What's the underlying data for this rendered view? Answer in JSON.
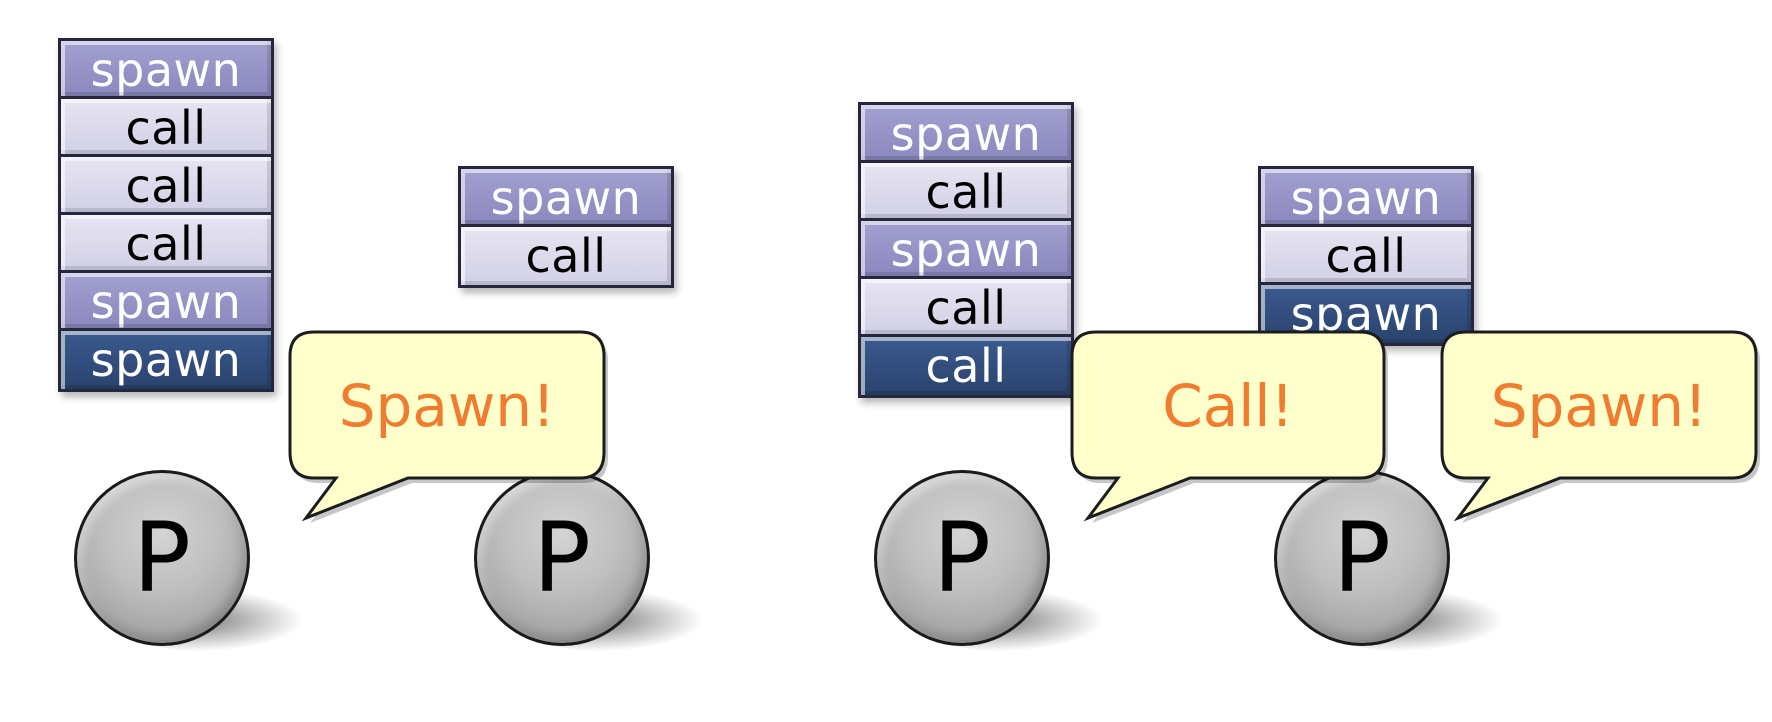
{
  "colors": {
    "spawn": "#8a88bd",
    "call": "#d2d0e6",
    "active": "#2a436e",
    "bubble_fill": "#ffffcc",
    "bubble_text": "#f07c2f",
    "process": "#bdbdbd"
  },
  "left_scene": {
    "p1": {
      "label": "P",
      "stack": [
        "spawn",
        "call",
        "call",
        "call",
        "spawn",
        "spawn"
      ]
    },
    "p2": {
      "label": "P",
      "stack": [
        "spawn",
        "call"
      ]
    },
    "bubble": "Spawn!"
  },
  "right_scene": {
    "p1": {
      "label": "P",
      "stack": [
        "spawn",
        "call",
        "spawn",
        "call",
        "call"
      ],
      "bubble": "Call!"
    },
    "p2": {
      "label": "P",
      "stack": [
        "spawn",
        "call",
        "spawn"
      ],
      "bubble": "Spawn!"
    }
  }
}
